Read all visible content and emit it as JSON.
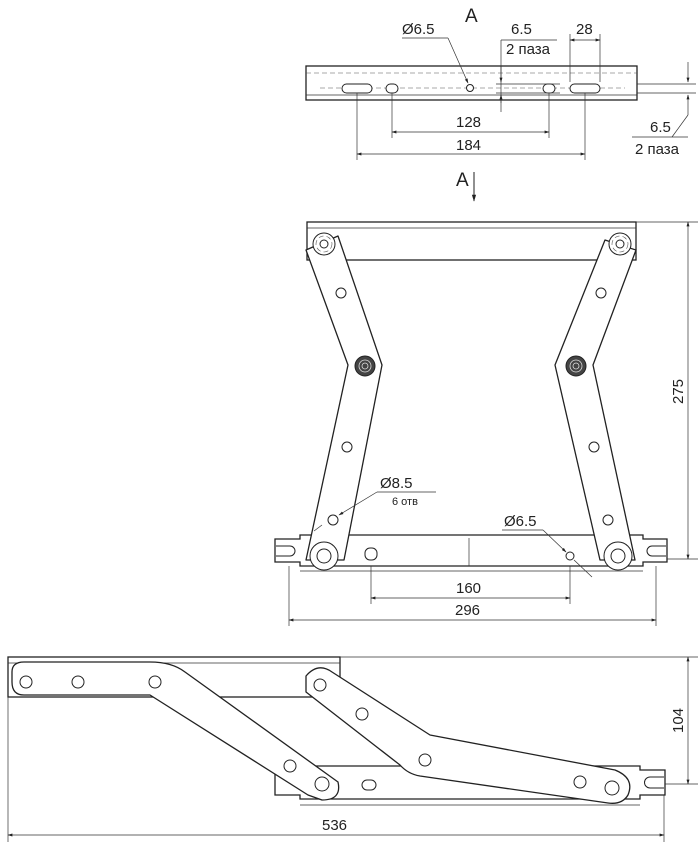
{
  "view_a": {
    "view_label": "A",
    "hole_dim": "Ø6.5",
    "slot_dim_top": "6.5",
    "slot_dim_top_note": "2 паза",
    "slot_len": "28",
    "inner_spacing": "128",
    "outer_spacing": "184",
    "side_dim": "6.5",
    "side_dim_note": "2 паза"
  },
  "front_view": {
    "view_marker": "A",
    "height": "275",
    "rivet_hole_dim": "Ø8.5",
    "rivet_hole_note": "6 отв",
    "base_hole_dim": "Ø6.5",
    "base_hole_spacing": "160",
    "base_length": "296"
  },
  "open_view": {
    "height": "104",
    "length": "536"
  }
}
